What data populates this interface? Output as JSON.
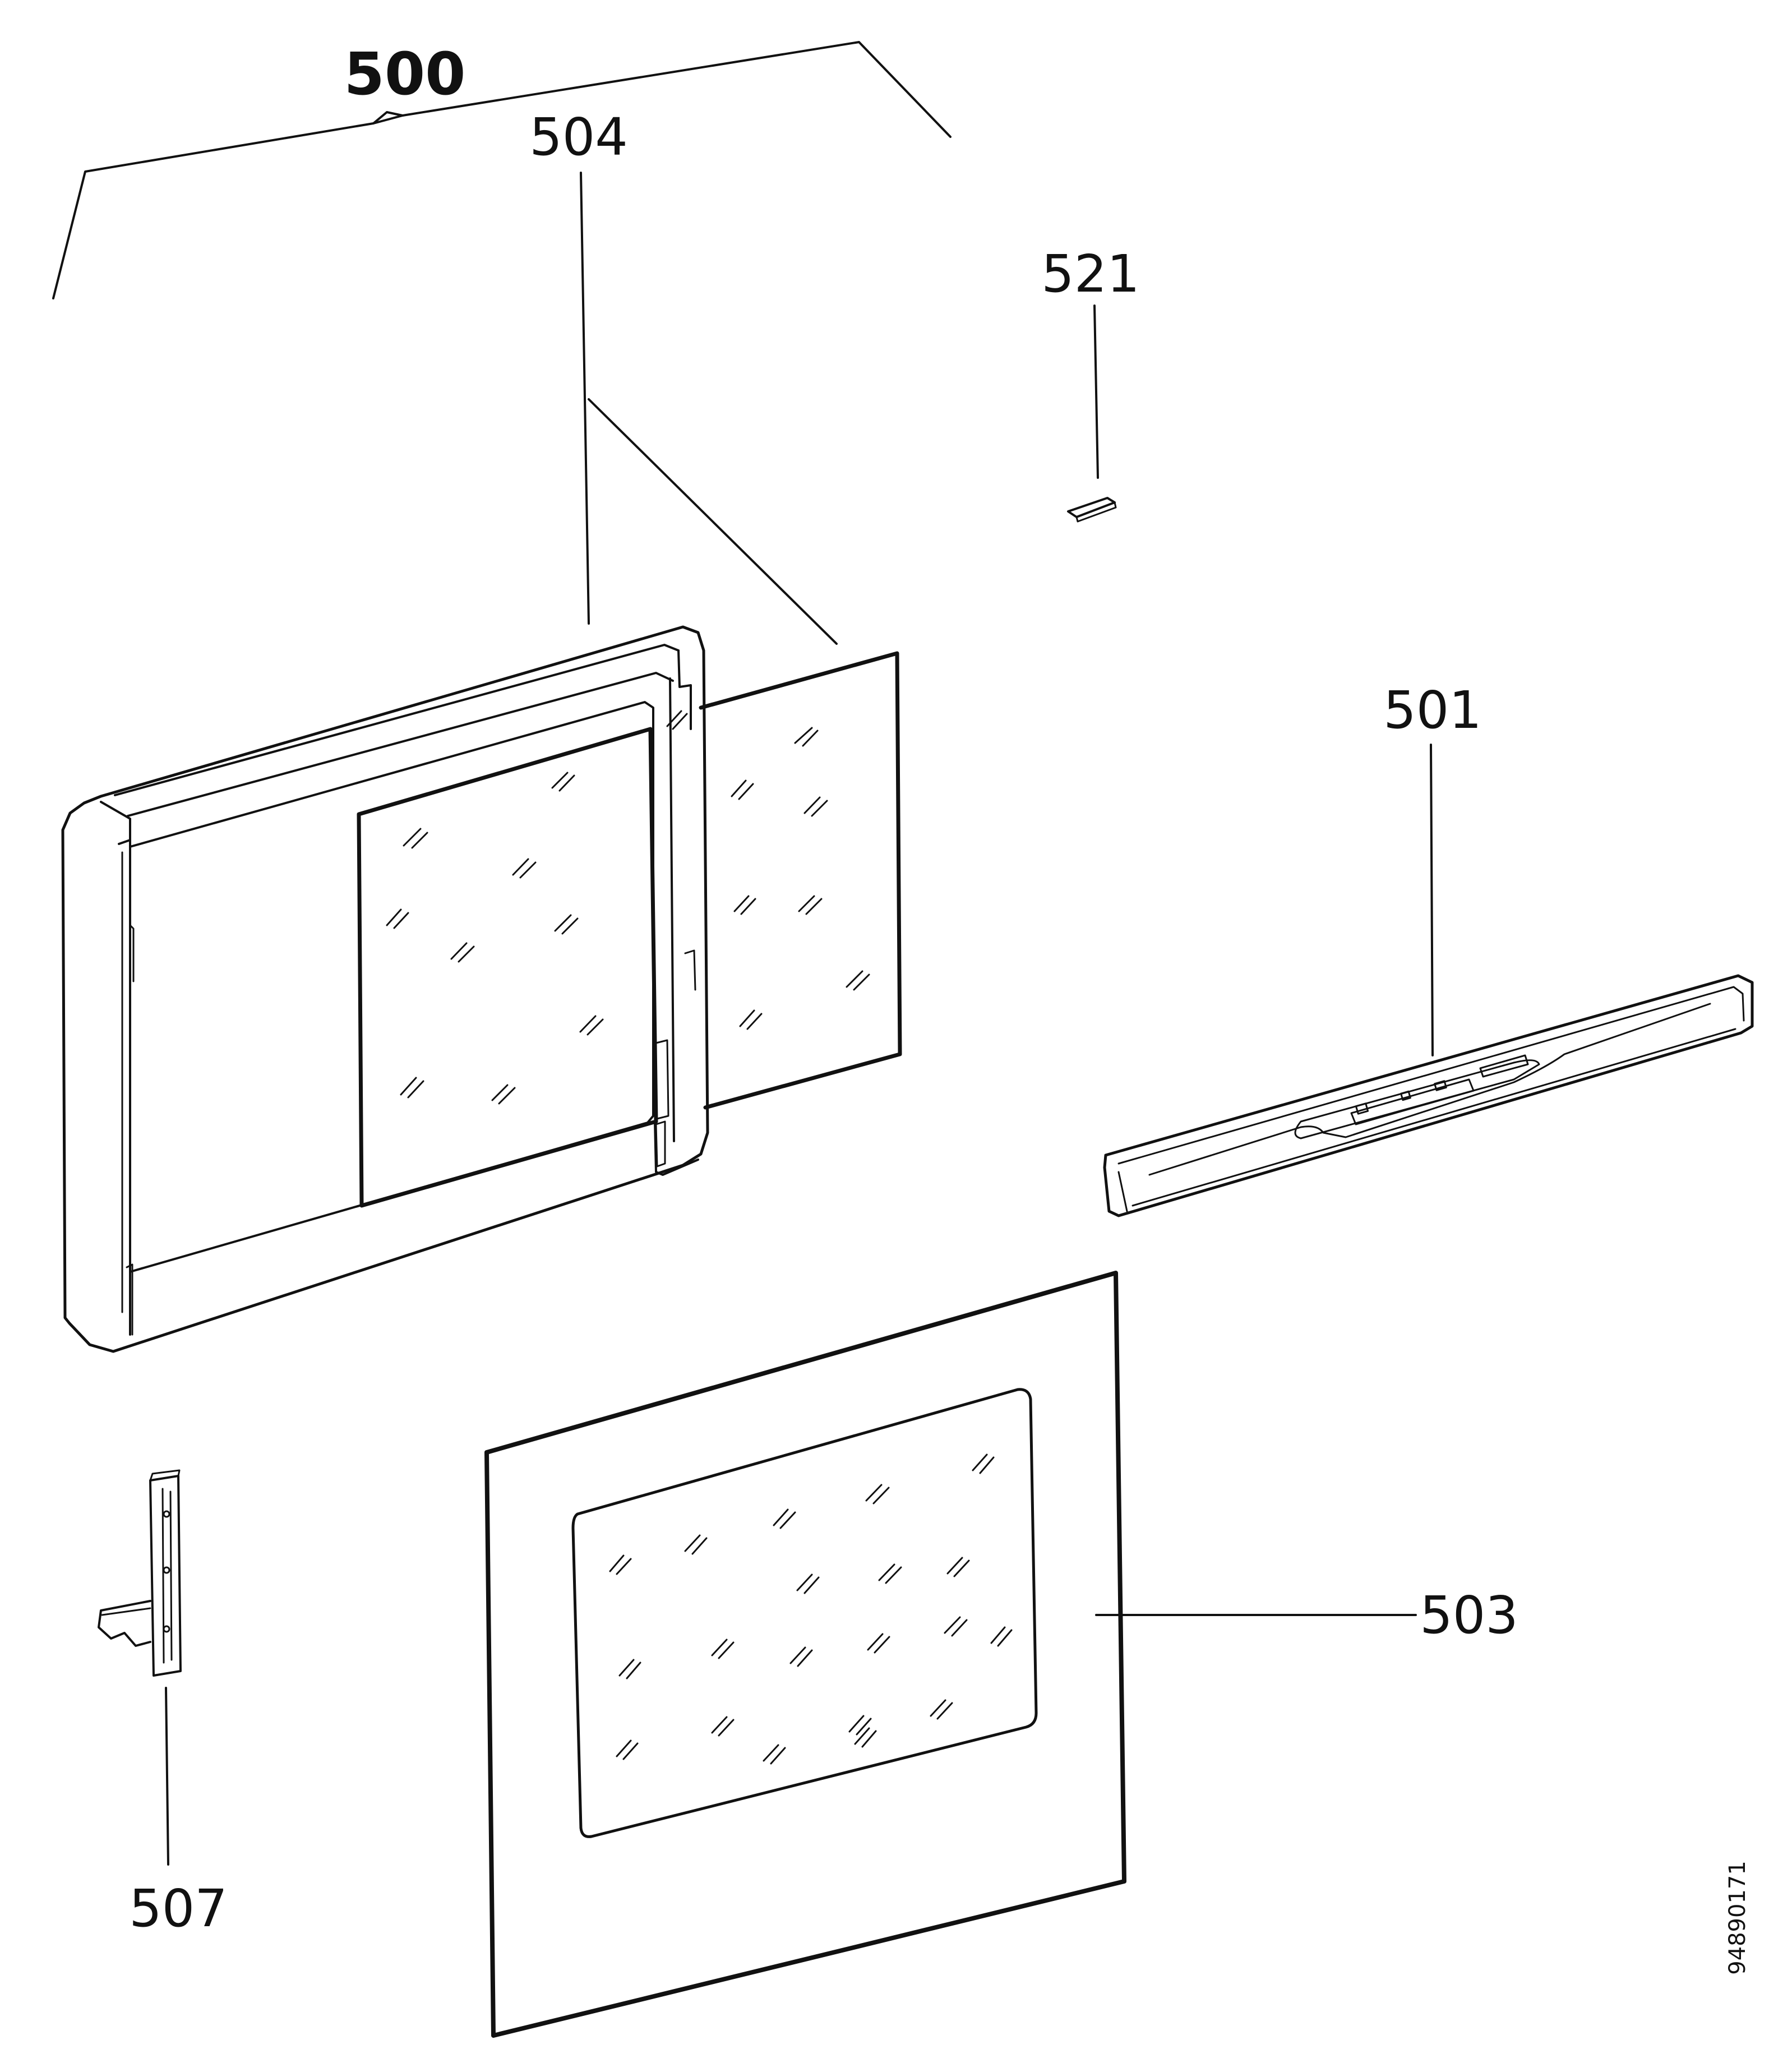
{
  "assembly_label": "500",
  "parts": [
    {
      "id": "504"
    },
    {
      "id": "521"
    },
    {
      "id": "501"
    },
    {
      "id": "503"
    },
    {
      "id": "507"
    }
  ],
  "drawing_number": "94890171",
  "colors": {
    "ink": "#111111",
    "paper": "#ffffff"
  }
}
